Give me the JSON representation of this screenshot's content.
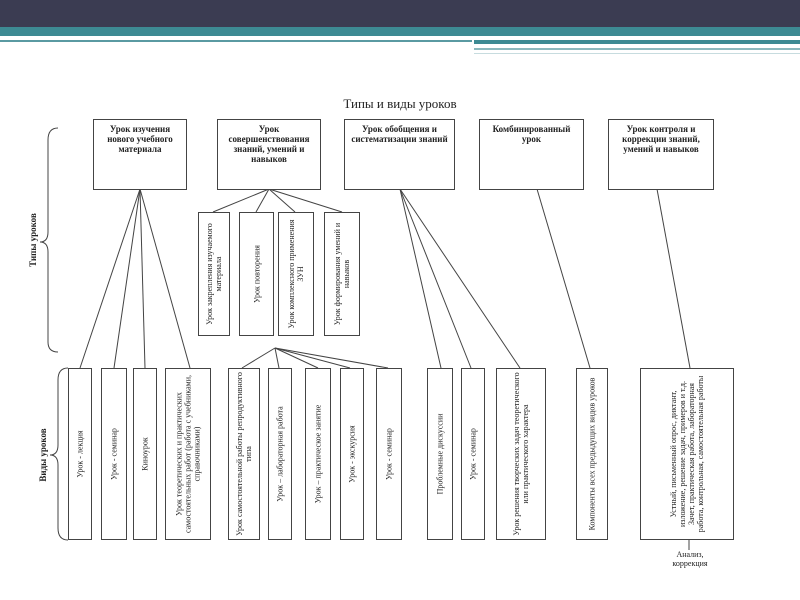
{
  "title": "Типы и виды уроков",
  "side_labels": {
    "types": "Типы уроков",
    "kinds": "Виды уроков"
  },
  "lesson_types": [
    "Урок изучения нового учебного материала",
    "Урок совершенствования знаний, умений и навыков",
    "Урок обобщения и систематизации знаний",
    "Комбинированный урок",
    "Урок контроля и коррекции знаний, умений и навыков"
  ],
  "sub_types": [
    "Урок закрепления изучаемого материала",
    "Урок повторения",
    "Урок комплексного применения ЗУН",
    "Урок формирования умений и навыков"
  ],
  "lesson_kinds": [
    "Урок - лекция",
    "Урок - семинар",
    "Киноурок",
    "Урок теоретических и практических самостоятельных работ (работа с учебниками, справочниками)",
    "Урок самостоятельной работы репродуктивного типа",
    "Урок – лабораторная работа",
    "Урок – практическое занятие",
    "Урок - экскурсия",
    "Урок - семинар",
    "Проблемные дискуссии",
    "Урок - семинар",
    "Урок решения творческих задач теоретического или практического характера",
    "Компоненты всех предыдущих видов уроков",
    "Устный, письменный опрос, диктант, изложение, решение задач, примеров и т.д. Зачет, практическая работа, лабораторная работа, контрольная, самостоятельная работы"
  ],
  "footnote": "Анализ, коррекция"
}
